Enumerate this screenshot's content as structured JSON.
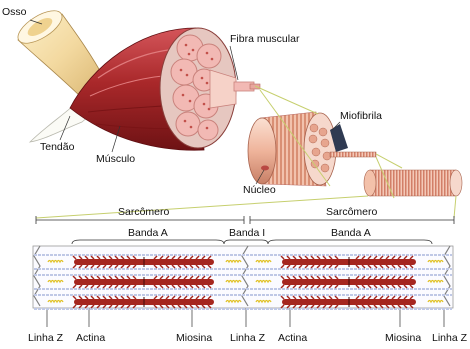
{
  "labels": {
    "osso": "Osso",
    "tendao": "Tendão",
    "musculo": "Músculo",
    "fibra_muscular": "Fibra muscular",
    "miofibrila": "Miofibrila",
    "nucleo": "Núcleo",
    "sarcomero": [
      "Sarcômero",
      "Sarcômero"
    ],
    "banda_a": [
      "Banda A",
      "Banda A"
    ],
    "banda_i": "Banda I",
    "linha_z": [
      "Linha Z",
      "Linha Z",
      "Linha Z"
    ],
    "actina": [
      "Actina",
      "Actina"
    ],
    "miosina": [
      "Miosina",
      "Miosina"
    ]
  },
  "colors": {
    "bone": "#f3d9a0",
    "tendon": "#fbfbf6",
    "muscle": "#a9282a",
    "fascicle": "#f2b9b4",
    "myofibril": "#f1b8a2",
    "myosin": "#a5261f",
    "actin": "#bfc8e6",
    "z_line": "#7f7f7f",
    "leader": "#c6cf6e"
  },
  "sarcomere_rows": 3
}
